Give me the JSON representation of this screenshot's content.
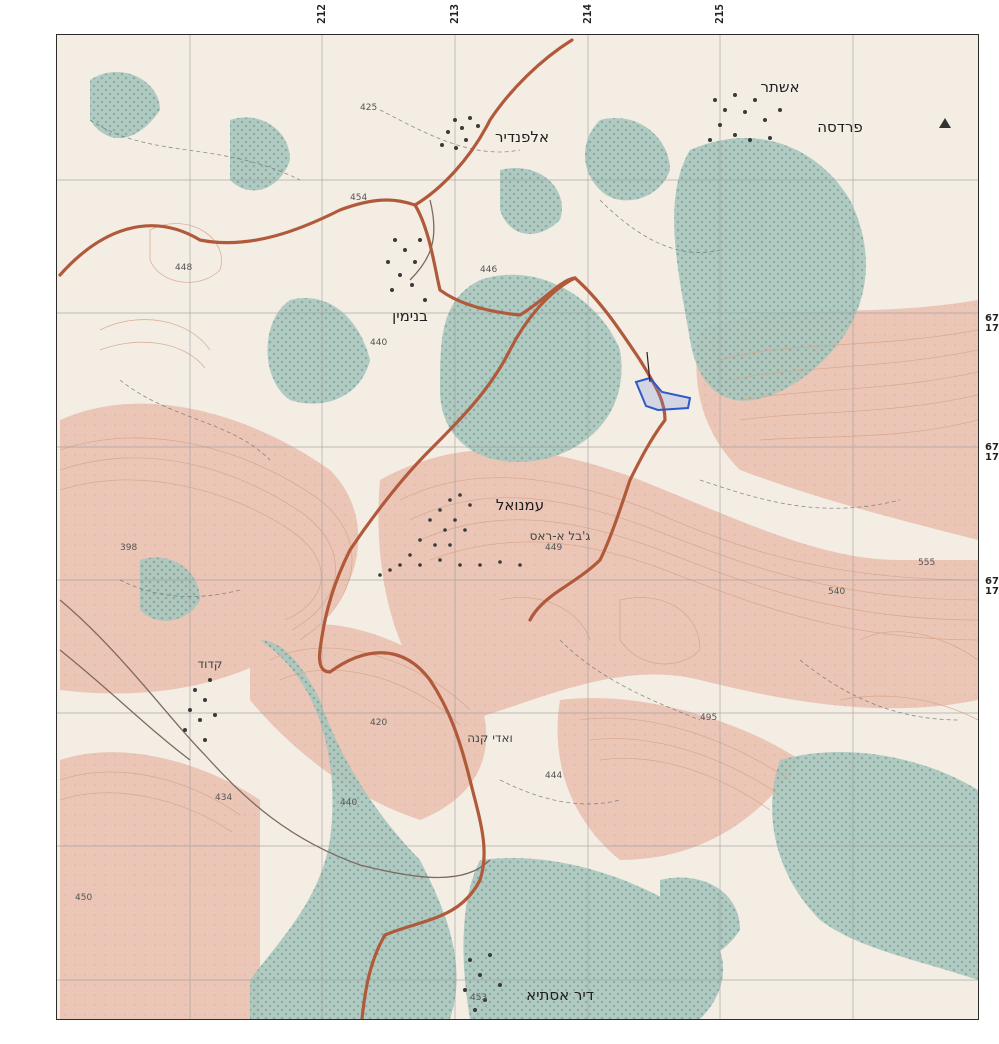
{
  "grid": {
    "top_labels": [
      "212",
      "213",
      "214",
      "215"
    ],
    "right_labels": [
      {
        "main": "67",
        "sub": "17"
      },
      {
        "main": "67",
        "sub": "17"
      },
      {
        "main": "67",
        "sub": "17"
      }
    ]
  },
  "places": {
    "alfanadir": "אלפנדיר",
    "binyamin": "בנימין",
    "emanuel": "עמנואל",
    "deir_istiya": "דיר אסתיא",
    "ashtar": "אשתר",
    "fardisa": "פרדסה",
    "kfar": "קדוד",
    "jebel": "ג'בל א-ראס",
    "wadi": "ואדי קנה"
  },
  "elevations": [
    "425",
    "454",
    "440",
    "449",
    "446",
    "398",
    "540",
    "555",
    "495",
    "444",
    "420",
    "448",
    "450",
    "434",
    "440",
    "453"
  ],
  "colors": {
    "paper": "#f4ede4",
    "hill": "#ecc7b8",
    "forest": "#a9c7bf",
    "road": "#b05a3b",
    "contour": "#d9a58a",
    "grid": "#9a9a9a",
    "parcel": "#2f58c9"
  }
}
